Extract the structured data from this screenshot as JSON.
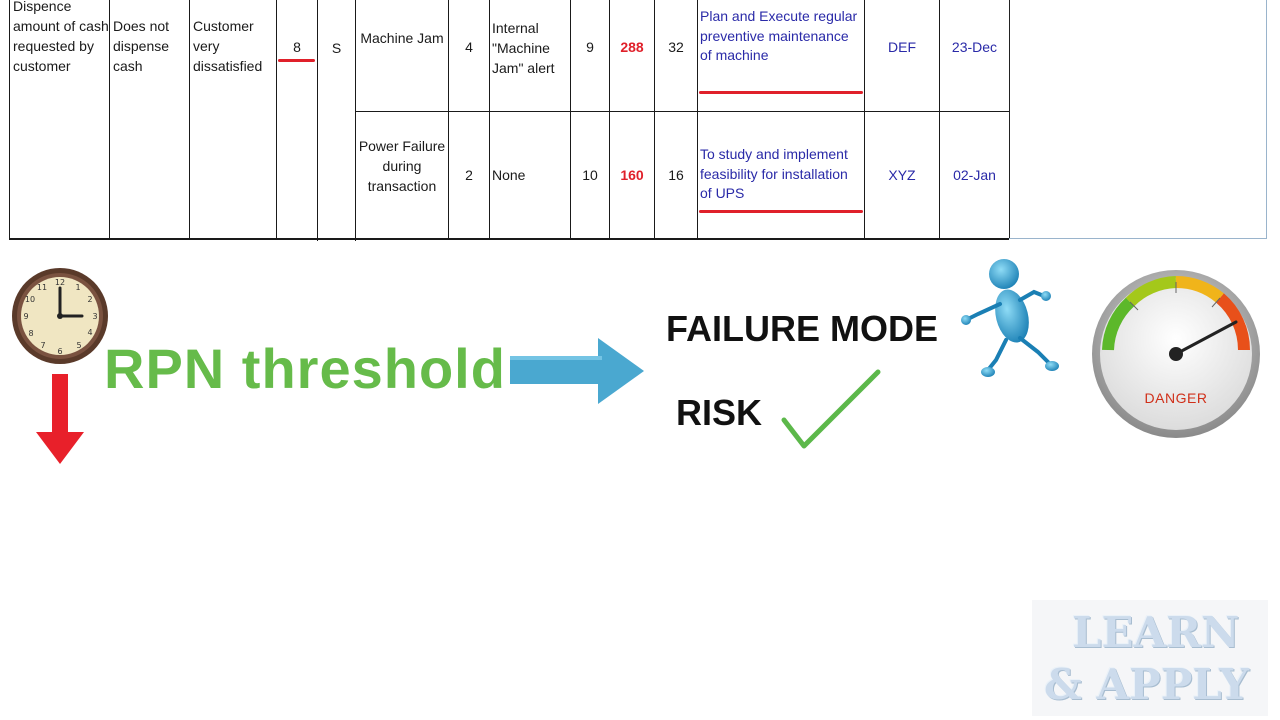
{
  "table": {
    "row1": {
      "function": "Dispence amount of cash requested by customer",
      "effect": "Does not dispense cash",
      "customer_impact": "Customer very dissatisfied",
      "severity": "8",
      "class": "S",
      "cause": "Machine Jam",
      "occurrence": "4",
      "control": "Internal \"Machine Jam\" alert",
      "detection": "9",
      "rpn": "288",
      "criticality": "32",
      "action": "Plan and Execute regular preventive maintenance of machine",
      "owner": "DEF",
      "date": "23-Dec"
    },
    "row2": {
      "cause": "Power Failure during transaction",
      "occurrence": "2",
      "control": "None",
      "detection": "10",
      "rpn": "160",
      "criticality": "16",
      "action": "To study and implement feasibility for installation of UPS",
      "owner": "XYZ",
      "date": "02-Jan"
    }
  },
  "labels": {
    "rpn_threshold": "RPN threshold",
    "failure_mode": "FAILURE MODE",
    "risk": "RISK",
    "danger": "DANGER"
  },
  "watermark": {
    "line1": "LEARN",
    "line2": "& APPLY"
  },
  "icons": {
    "clock": "clock-icon",
    "down_arrow": "down-arrow-icon",
    "right_arrow": "right-arrow-icon",
    "check": "checkmark-icon",
    "runner": "running-figure-icon",
    "gauge": "danger-gauge-icon"
  },
  "colors": {
    "rpn_green": "#66bb4a",
    "red": "#e0202a",
    "arrow_blue": "#4aa8d0",
    "action_blue": "#2a2aa8"
  }
}
